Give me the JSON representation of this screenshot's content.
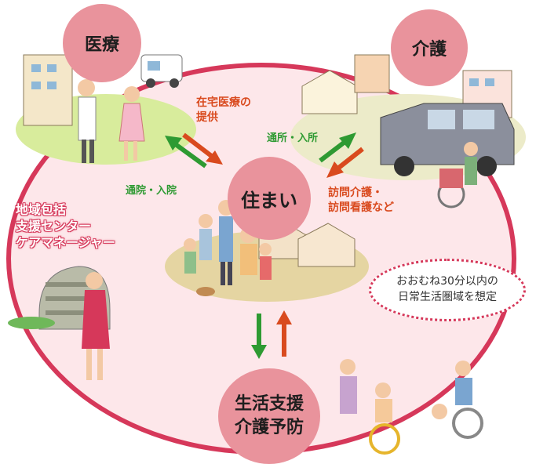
{
  "nodes": {
    "iryo": "医療",
    "kaigo": "介護",
    "sumai": "住まい",
    "seikatsu_line1": "生活支援",
    "seikatsu_line2": "介護予防"
  },
  "flows": {
    "zaitaku_line1": "在宅医療の",
    "zaitaku_line2": "提供",
    "tsuin_nyuin": "通院・入院",
    "tsusho_nyusho": "通所・入所",
    "homon_line1": "訪問介護・",
    "homon_line2": "訪問看護など"
  },
  "support": {
    "line1": "地域包括",
    "line2": "支援センター",
    "line3": "ケアマネージャー"
  },
  "note": {
    "line1": "おおむね30分以内の",
    "line2": "日常生活圏域を想定"
  },
  "colors": {
    "ring": "#d6385a",
    "area_fill": "#fde7ea",
    "node_fill": "#e9939c",
    "arrow_green": "#2e9a32",
    "arrow_orange": "#d94a1e"
  }
}
